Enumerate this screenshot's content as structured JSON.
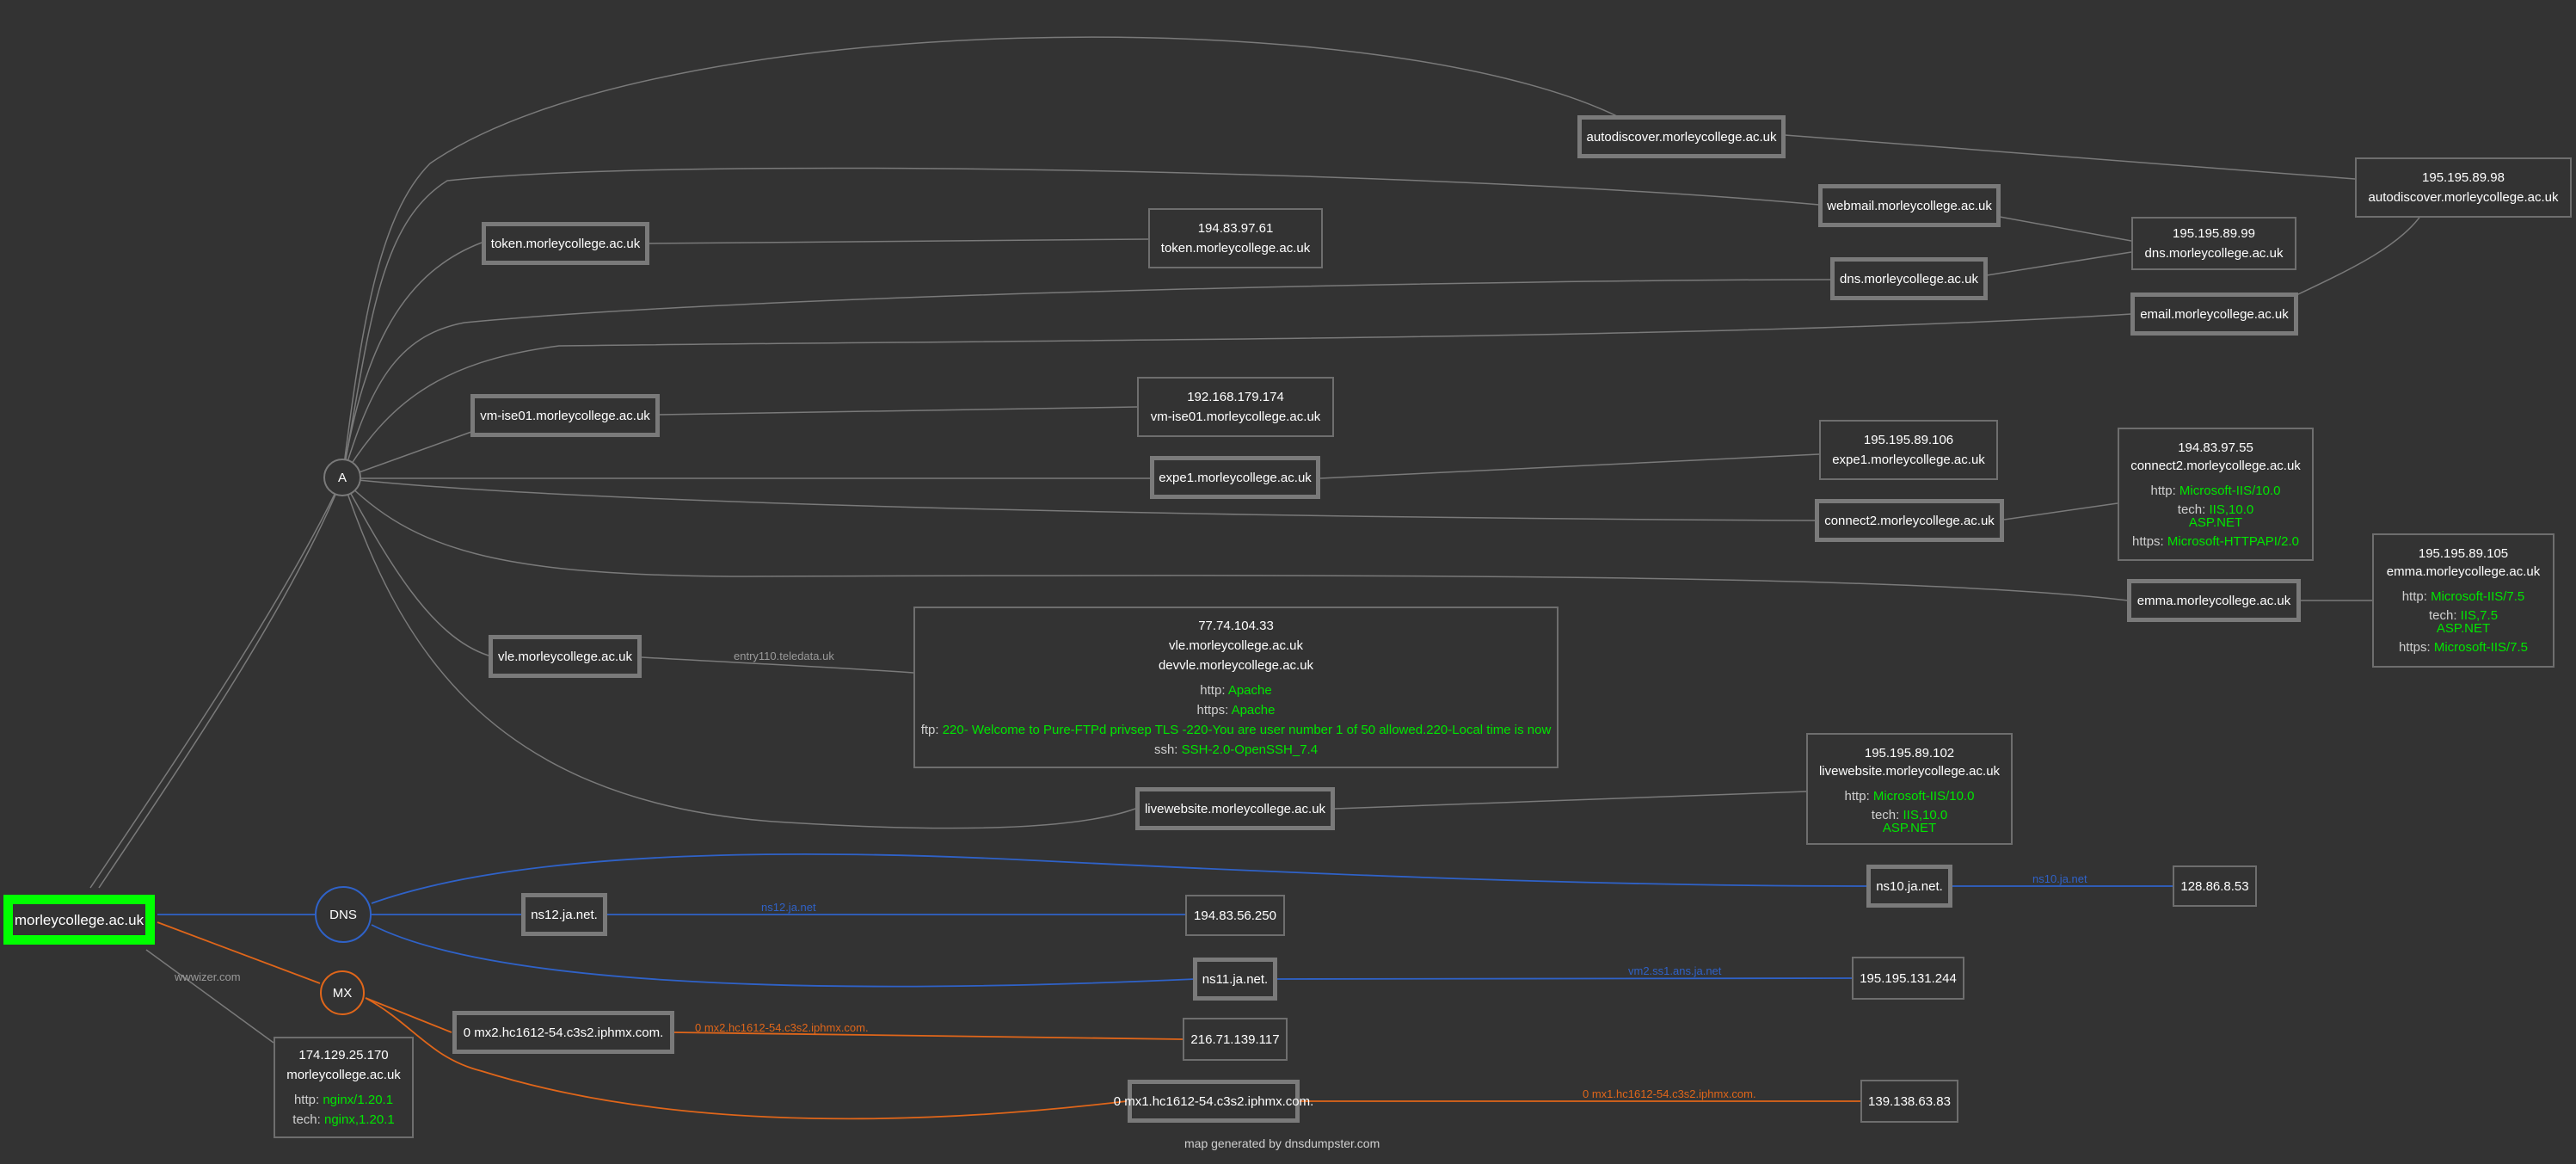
{
  "root": {
    "label": "morleycollege.ac.uk"
  },
  "groups": {
    "a": "A",
    "dns": "DNS",
    "mx": "MX"
  },
  "colors": {
    "root_border": "#00ff00",
    "dns_edge": "#2f62c8",
    "mx_edge": "#e0661a",
    "a_edge": "#7a7a7a",
    "tech_value": "#00e600"
  },
  "hosts": {
    "autodiscover": "autodiscover.morleycollege.ac.uk",
    "webmail": "webmail.morleycollege.ac.uk",
    "token": "token.morleycollege.ac.uk",
    "dns": "dns.morleycollege.ac.uk",
    "email": "email.morleycollege.ac.uk",
    "vmise01": "vm-ise01.morleycollege.ac.uk",
    "expe1": "expe1.morleycollege.ac.uk",
    "connect2": "connect2.morleycollege.ac.uk",
    "emma": "emma.morleycollege.ac.uk",
    "vle": "vle.morleycollege.ac.uk",
    "livewebsite": "livewebsite.morleycollege.ac.uk",
    "ns10": "ns10.ja.net.",
    "ns12": "ns12.ja.net.",
    "ns11": "ns11.ja.net.",
    "mx2": "0 mx2.hc1612-54.c3s2.iphmx.com.",
    "mx1": "0 mx1.hc1612-54.c3s2.iphmx.com."
  },
  "ips": {
    "autodiscover": {
      "ip": "195.195.89.98",
      "name": "autodiscover.morleycollege.ac.uk"
    },
    "dns": {
      "ip": "195.195.89.99",
      "name": "dns.morleycollege.ac.uk"
    },
    "token": {
      "ip": "194.83.97.61",
      "name": "token.morleycollege.ac.uk"
    },
    "vmise01": {
      "ip": "192.168.179.174",
      "name": "vm-ise01.morleycollege.ac.uk"
    },
    "expe1": {
      "ip": "195.195.89.106",
      "name": "expe1.morleycollege.ac.uk"
    },
    "connect2": {
      "ip": "194.83.97.55",
      "name": "connect2.morleycollege.ac.uk",
      "http_k": "http:",
      "http_v": "Microsoft-IIS/10.0",
      "tech_k": "tech:",
      "tech_v1": "IIS,10.0",
      "tech_v2": "ASP.NET",
      "https_k": "https:",
      "https_v": "Microsoft-HTTPAPI/2.0"
    },
    "emma": {
      "ip": "195.195.89.105",
      "name": "emma.morleycollege.ac.uk",
      "http_k": "http:",
      "http_v": "Microsoft-IIS/7.5",
      "tech_k": "tech:",
      "tech_v1": "IIS,7.5",
      "tech_v2": "ASP.NET",
      "https_k": "https:",
      "https_v": "Microsoft-IIS/7.5"
    },
    "vle": {
      "ip": "77.74.104.33",
      "name": "vle.morleycollege.ac.uk",
      "name2": "devvle.morleycollege.ac.uk",
      "http_k": "http:",
      "http_v": "Apache",
      "https_k": "https:",
      "https_v": "Apache",
      "ftp_k": "ftp:",
      "ftp_v": "220- Welcome to Pure-FTPd privsep TLS -220-You are user number 1 of 50 allowed.220-Local time is now",
      "ssh_k": "ssh:",
      "ssh_v": "SSH-2.0-OpenSSH_7.4"
    },
    "livewebsite": {
      "ip": "195.195.89.102",
      "name": "livewebsite.morleycollege.ac.uk",
      "http_k": "http:",
      "http_v": "Microsoft-IIS/10.0",
      "tech_k": "tech:",
      "tech_v1": "IIS,10.0",
      "tech_v2": "ASP.NET"
    },
    "ns10": {
      "ip": "128.86.8.53"
    },
    "ns12": {
      "ip": "194.83.56.250"
    },
    "ns11": {
      "ip": "195.195.131.244"
    },
    "mx2": {
      "ip": "216.71.139.117"
    },
    "mx1": {
      "ip": "139.138.63.83"
    },
    "root": {
      "ip": "174.129.25.170",
      "name": "morleycollege.ac.uk",
      "http_k": "http:",
      "http_v": "nginx/1.20.1",
      "tech_k": "tech:",
      "tech_v": "nginx,1.20.1"
    }
  },
  "edge_labels": {
    "vle": "entry110.teledata.uk",
    "ns10": "ns10.ja.net",
    "ns12": "ns12.ja.net",
    "ns11": "vm2.ss1.ans.ja.net",
    "mx2": "0 mx2.hc1612-54.c3s2.iphmx.com.",
    "mx1": "0 mx1.hc1612-54.c3s2.iphmx.com.",
    "root": "wwwizer.com"
  },
  "footer": "map generated by dnsdumpster.com"
}
